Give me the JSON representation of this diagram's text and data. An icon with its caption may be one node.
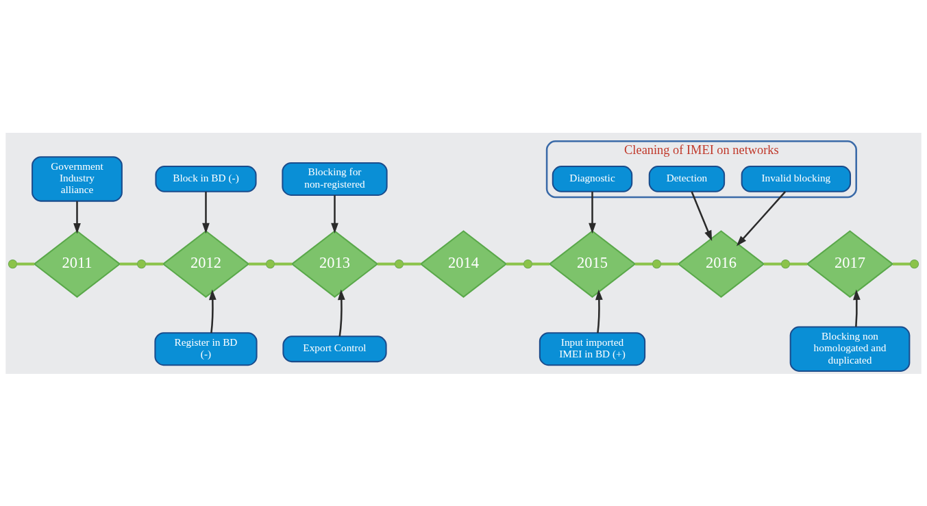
{
  "diagram": {
    "nodes": [
      {
        "text": [
          "Government Industry alliance"
        ]
      },
      {
        "text": [
          "Block in BD (-)"
        ]
      },
      {
        "text": [
          "Blocking for non-registered"
        ]
      },
      {
        "text": [
          "Cleaning of IMEI on networks"
        ]
      },
      {
        "text": [
          "Diagnostic"
        ],
        "in": 3
      },
      {
        "text": [
          "Detection"
        ],
        "in": 3
      },
      {
        "text": [
          "Invalid blocking"
        ],
        "in": 3
      },
      {
        "text": [],
        "shape": "circle"
      },
      {
        "text": [
          "2011"
        ]
      },
      {
        "text": [],
        "shape": "circle"
      },
      {
        "text": [
          "2012"
        ]
      },
      {
        "text": [],
        "shape": "circle"
      },
      {
        "text": [
          "2013"
        ]
      },
      {
        "text": [],
        "shape": "circle"
      },
      {
        "text": [
          "2014"
        ]
      },
      {
        "text": [],
        "shape": "circle"
      },
      {
        "text": [
          "2015"
        ]
      },
      {
        "text": [],
        "shape": "circle"
      },
      {
        "text": [
          "2016"
        ]
      },
      {
        "text": [],
        "shape": "circle"
      },
      {
        "text": [
          "2017"
        ]
      },
      {
        "text": [],
        "shape": "circle"
      },
      {
        "text": [
          "Register in BD (-)"
        ]
      },
      {
        "text": [
          "Export Control"
        ]
      },
      {
        "text": [
          "Input imported IMEI in BD (+)"
        ]
      },
      {
        "text": [
          "Blocking non homologated and duplicated"
        ]
      }
    ],
    "edges": [
      {
        "from": 0,
        "to": 8,
        "arrow": "to",
        "color": "#2b2b2b"
      },
      {
        "from": 1,
        "to": 10,
        "arrow": "to",
        "color": "#2b2b2b"
      },
      {
        "from": 2,
        "to": 12,
        "arrow": "to",
        "color": "#2b2b2b"
      },
      {
        "from": 4,
        "to": 16,
        "arrow": "to",
        "color": "#2b2b2b"
      },
      {
        "from": 5,
        "to": 18,
        "arrow": "to",
        "color": "#2b2b2b"
      },
      {
        "from": 6,
        "to": 18,
        "arrow": "to",
        "color": "#2b2b2b"
      },
      {
        "from": 7,
        "to": 8,
        "arrow": "none"
      },
      {
        "from": 8,
        "to": 9,
        "arrow": "none"
      },
      {
        "from": 9,
        "to": 10,
        "arrow": "none"
      },
      {
        "from": 10,
        "to": 11,
        "arrow": "none"
      },
      {
        "from": 11,
        "to": 12,
        "arrow": "none"
      },
      {
        "from": 12,
        "to": 13,
        "arrow": "none"
      },
      {
        "from": 13,
        "to": 14,
        "arrow": "none"
      },
      {
        "from": 14,
        "to": 15,
        "arrow": "none"
      },
      {
        "from": 15,
        "to": 16,
        "arrow": "none"
      },
      {
        "from": 16,
        "to": 17,
        "arrow": "none"
      },
      {
        "from": 17,
        "to": 18,
        "arrow": "none"
      },
      {
        "from": 18,
        "to": 19,
        "arrow": "none"
      },
      {
        "from": 19,
        "to": 20,
        "arrow": "none"
      },
      {
        "from": 20,
        "to": 21,
        "arrow": "none"
      },
      {
        "from": 22,
        "to": 10,
        "arrow": "to",
        "color": "#2b2b2b"
      },
      {
        "from": 23,
        "to": 12,
        "arrow": "to",
        "color": "#2b2b2b"
      },
      {
        "from": 24,
        "to": 16,
        "arrow": "to",
        "color": "#2b2b2b"
      },
      {
        "from": 25,
        "to": 20,
        "arrow": "to",
        "color": "#2b2b2b"
      }
    ]
  }
}
